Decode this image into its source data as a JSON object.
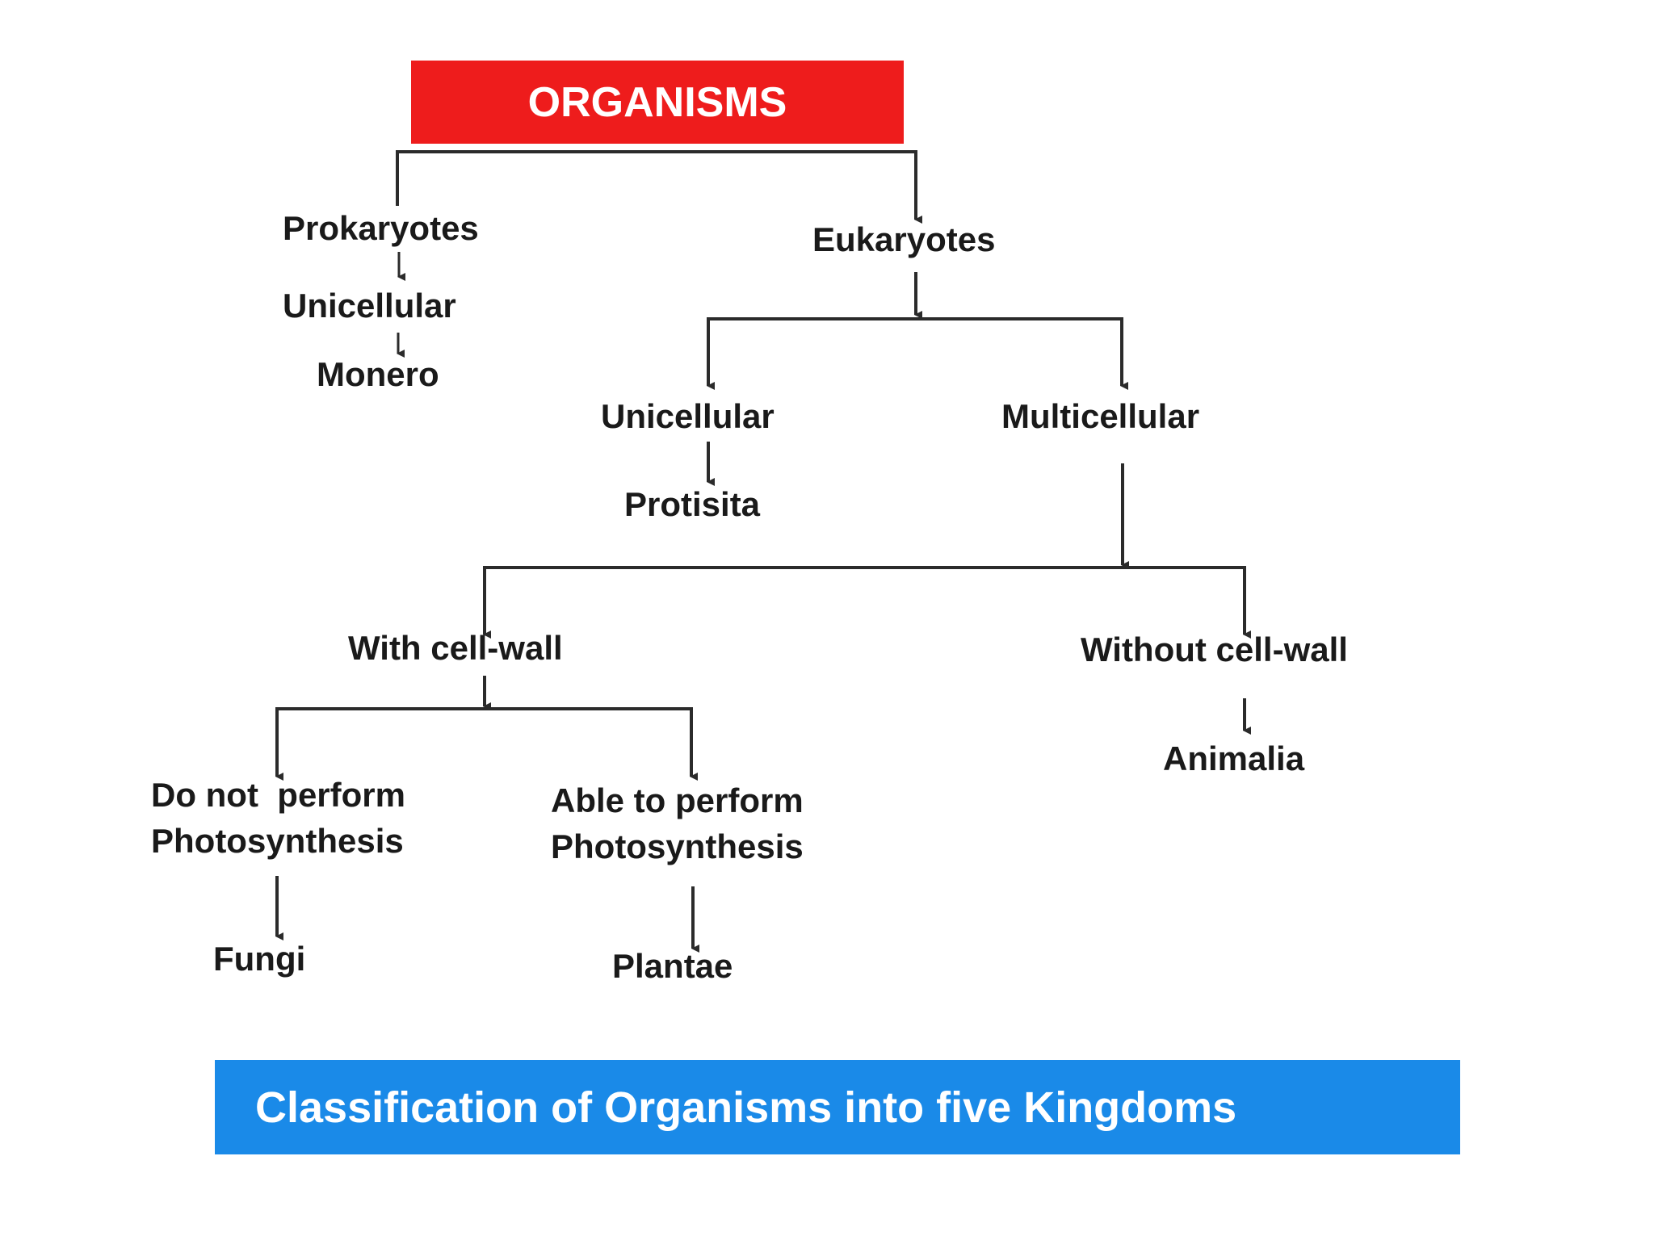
{
  "title": "ORGANISMS",
  "caption": "Classification of Organisms into five Kingdoms",
  "colors": {
    "title_bg": "#ee1c1c",
    "caption_bg": "#1a8ae8",
    "text": "#1a1a1a",
    "lines": "#2b2b2b"
  },
  "nodes": {
    "prokaryotes": "Prokaryotes",
    "prok_unicellular": "Unicellular",
    "monero": "Monero",
    "eukaryotes": "Eukaryotes",
    "euk_unicellular": "Unicellular",
    "protisita": "Protisita",
    "multicellular": "Multicellular",
    "with_cell_wall": "With cell-wall",
    "without_cell_wall": "Without cell-wall",
    "animalia": "Animalia",
    "no_photo_line1": "Do not  perform",
    "no_photo_line2": "Photosynthesis",
    "fungi": "Fungi",
    "photo_line1": "Able to perform",
    "photo_line2": "Photosynthesis",
    "plantae": "Plantae"
  }
}
